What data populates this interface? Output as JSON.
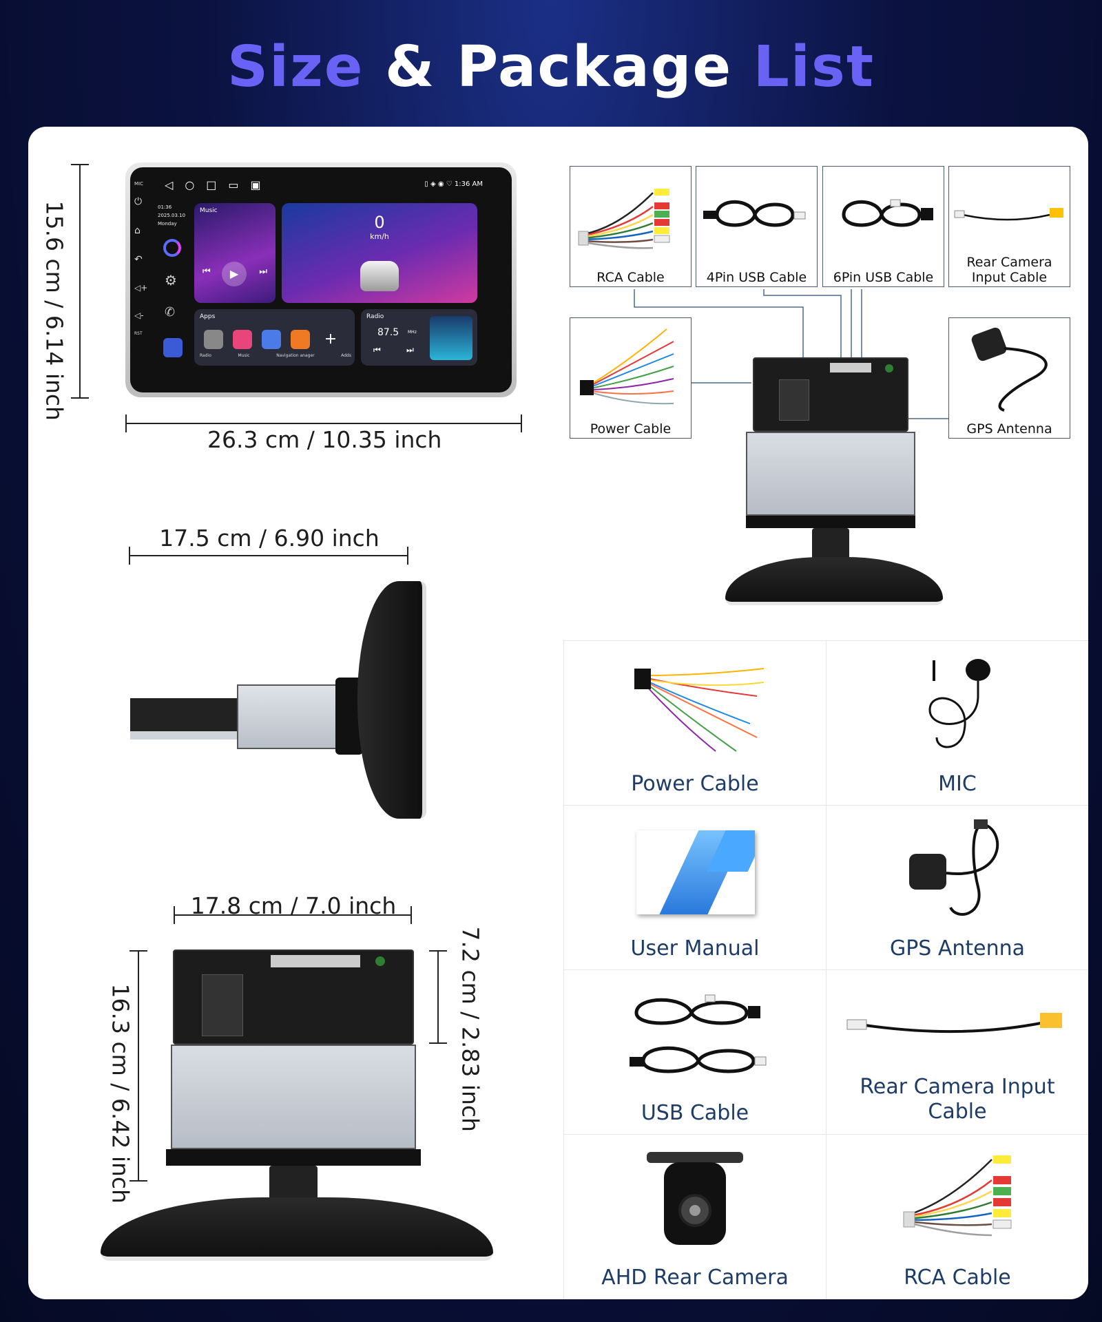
{
  "title": {
    "part1": "Size",
    "part2": "& Package",
    "part3": "List"
  },
  "colors": {
    "accent": "#6a62f5",
    "label_blue": "#1e3c68",
    "connector_line": "#4a6a8c"
  },
  "dimensions": {
    "front_width": "26.3 cm / 10.35 inch",
    "front_height": "15.6 cm / 6.14 inch",
    "side_width": "17.5 cm / 6.90 inch",
    "rear_width": "17.8 cm / 7.0 inch",
    "rear_height": "16.3 cm / 6.42 inch",
    "rear_depth": "7.2 cm / 2.83 inch"
  },
  "screen": {
    "status_time": "1:36 AM",
    "clock_time": "01:36",
    "clock_date": "2025.03.10",
    "clock_day": "Monday",
    "music_label": "Music",
    "speed_value": "0",
    "speed_unit": "km/h",
    "apps_label": "Apps",
    "radio_label": "Radio",
    "radio_freq": "87.5",
    "radio_unit": "MHz",
    "app_icons": [
      "Radio",
      "Music",
      "Navigation",
      "anager",
      "Adds"
    ],
    "side_labels": [
      "MIC",
      "RST"
    ]
  },
  "connection_diagram": {
    "rca": "RCA Cable",
    "usb4": "4Pin USB Cable",
    "usb6": "6Pin USB Cable",
    "rear_cam": "Rear Camera Input Cable",
    "power": "Power Cable",
    "gps": "GPS Antenna"
  },
  "package": [
    {
      "label": "Power Cable",
      "icon": "power-cable-icon"
    },
    {
      "label": "MIC",
      "icon": "mic-icon"
    },
    {
      "label": "User Manual",
      "icon": "manual-icon"
    },
    {
      "label": "GPS Antenna",
      "icon": "gps-antenna-icon"
    },
    {
      "label": "USB Cable",
      "icon": "usb-cable-icon"
    },
    {
      "label": "Rear Camera Input Cable",
      "icon": "rear-camera-cable-icon"
    },
    {
      "label": "AHD Rear Camera",
      "icon": "camera-icon"
    },
    {
      "label": "RCA Cable",
      "icon": "rca-cable-icon"
    }
  ]
}
